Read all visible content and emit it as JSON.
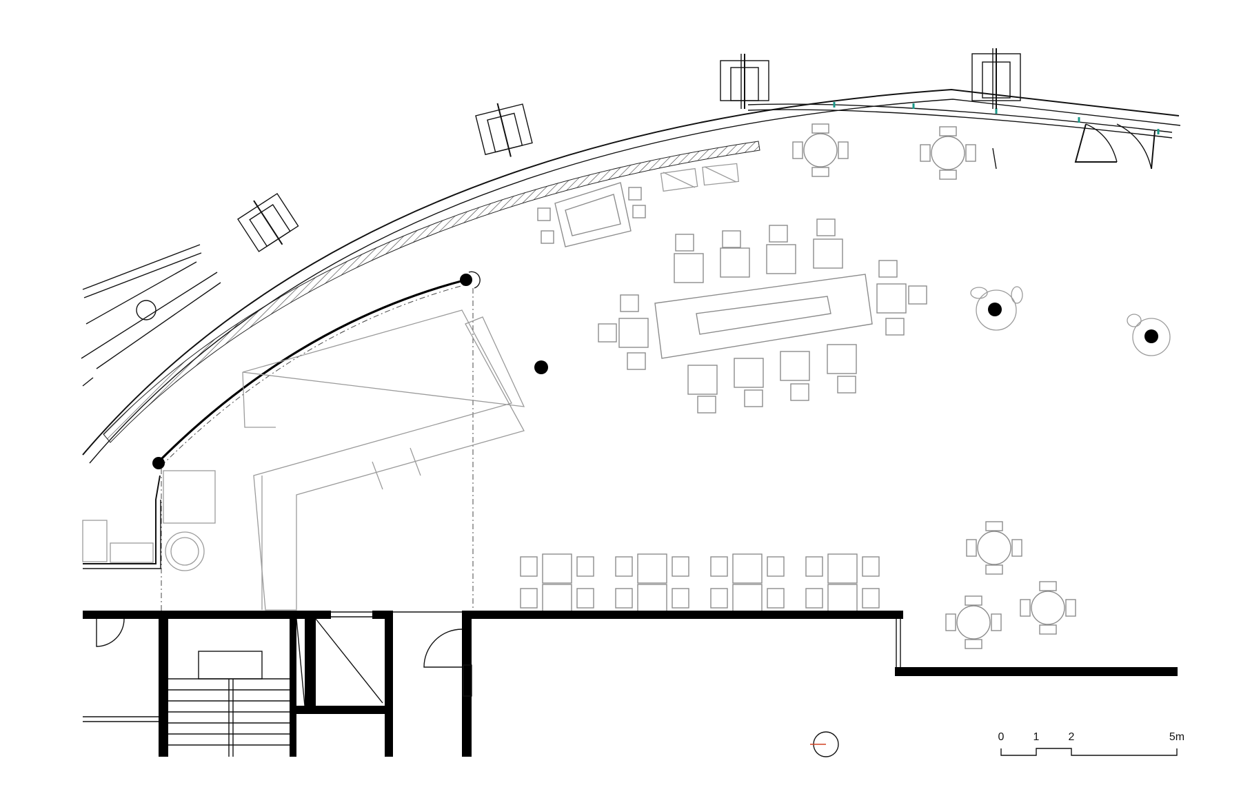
{
  "scale_bar": {
    "ticks": [
      {
        "label": "0",
        "value": 0
      },
      {
        "label": "1",
        "value": 1
      },
      {
        "label": "2",
        "value": 2
      },
      {
        "label": "5m",
        "value": 5
      }
    ]
  },
  "colors": {
    "walls": "#000000",
    "furniture": "#8c8c8c",
    "north_arrow_accent": "#d04020",
    "facade_glass_accent": "#1a9a8a"
  },
  "icons": {
    "north_arrow": "north-arrow-icon"
  }
}
